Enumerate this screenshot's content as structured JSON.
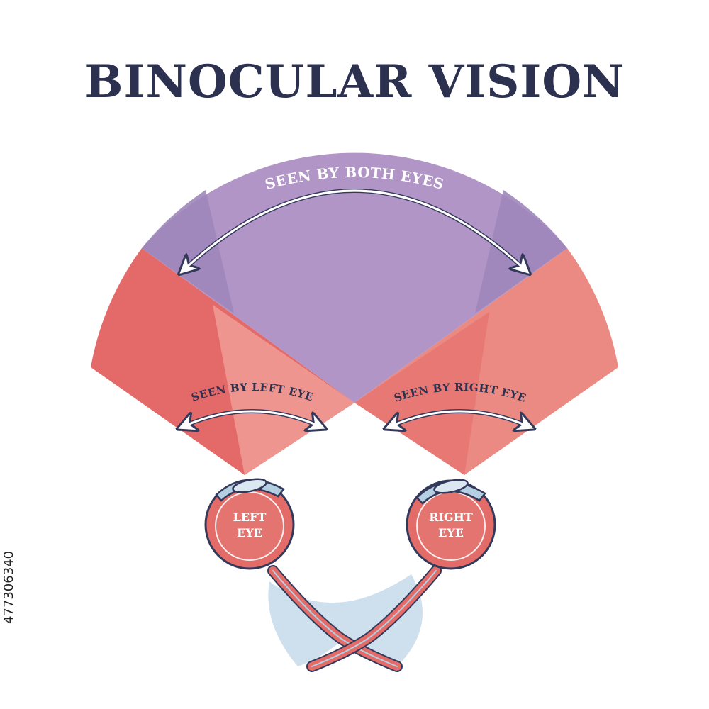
{
  "title": "BINOCULAR VISION",
  "labels": {
    "both_eyes": "SEEN BY BOTH EYES",
    "left_eye": "SEEN BY LEFT EYE",
    "right_eye": "SEEN BY RIGHT EYE",
    "left_eye_line1": "LEFT",
    "left_eye_line2": "EYE",
    "right_eye_line1": "RIGHT",
    "right_eye_line2": "EYE"
  },
  "stock_id": "477306340",
  "colors": {
    "title": "#2c3150",
    "both_fill": "#b195c6",
    "both_dark": "#9f86ba",
    "left_fill": "#e46a6a",
    "right_fill": "#ea8a82",
    "light_fill": "#ee9c94",
    "eye_red": "#e36b68",
    "eye_blue": "#b4cfe2",
    "outline": "#33395a"
  }
}
